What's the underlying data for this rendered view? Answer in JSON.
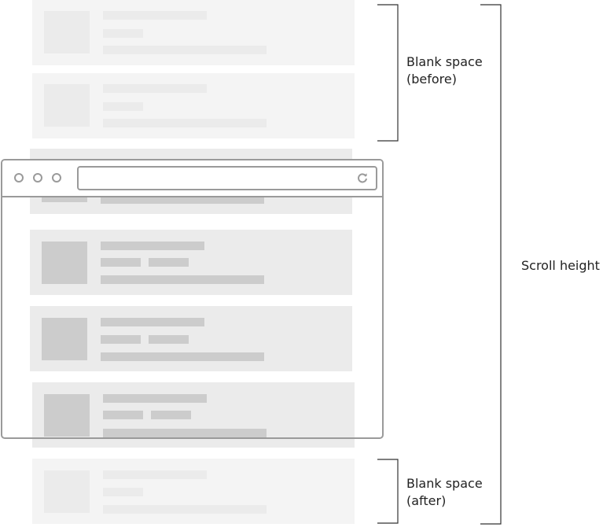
{
  "annotations": {
    "before_line1": "Blank space",
    "before_line2": "(before)",
    "after_line1": "Blank space",
    "after_line2": "(after)",
    "scroll_height": "Scroll height"
  },
  "colors": {
    "card_visible": "#ebebeb",
    "card_faded": "#f4f4f4",
    "placeholder": "#cccccc",
    "frame": "#9a9a9a",
    "bracket": "#333333",
    "text": "#222222"
  },
  "icons": {
    "reload": "reload-icon",
    "window_controls": "circle-icon"
  }
}
